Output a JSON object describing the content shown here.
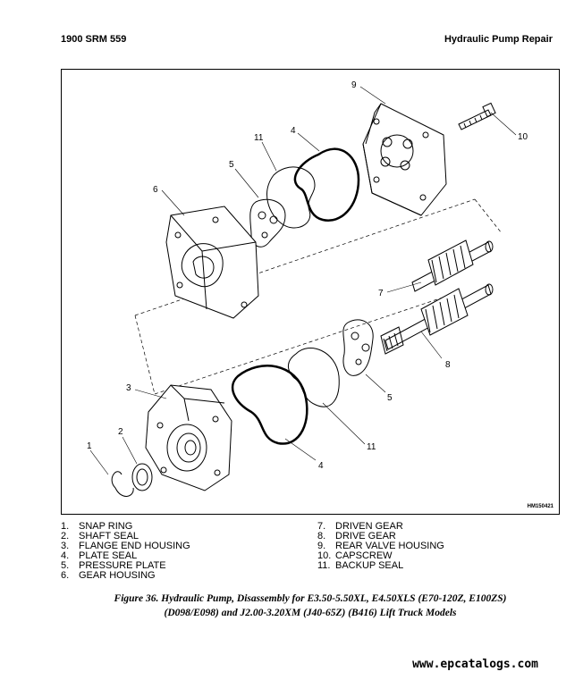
{
  "header": {
    "left": "1900 SRM 559",
    "right": "Hydraulic Pump Repair"
  },
  "figure": {
    "code": "HM150421",
    "callouts": [
      "1",
      "2",
      "3",
      "4",
      "5",
      "6",
      "7",
      "8",
      "9",
      "10",
      "11",
      "4",
      "5",
      "11"
    ]
  },
  "legend": {
    "left": [
      {
        "num": "1.",
        "label": "SNAP RING"
      },
      {
        "num": "2.",
        "label": "SHAFT SEAL"
      },
      {
        "num": "3.",
        "label": "FLANGE END HOUSING"
      },
      {
        "num": "4.",
        "label": "PLATE SEAL"
      },
      {
        "num": "5.",
        "label": "PRESSURE PLATE"
      },
      {
        "num": "6.",
        "label": "GEAR HOUSING"
      }
    ],
    "right": [
      {
        "num": "7.",
        "label": "DRIVEN GEAR"
      },
      {
        "num": "8.",
        "label": "DRIVE GEAR"
      },
      {
        "num": "9.",
        "label": "REAR VALVE HOUSING"
      },
      {
        "num": "10.",
        "label": "CAPSCREW"
      },
      {
        "num": "11.",
        "label": "BACKUP SEAL"
      }
    ]
  },
  "caption": {
    "line1": "Figure 36.  Hydraulic Pump, Disassembly for E3.50-5.50XL, E4.50XLS (E70-120Z, E100ZS)",
    "line2": "(D098/E098) and J2.00-3.20XM (J40-65Z) (B416) Lift Truck Models"
  },
  "watermark": "www.epcatalogs.com"
}
